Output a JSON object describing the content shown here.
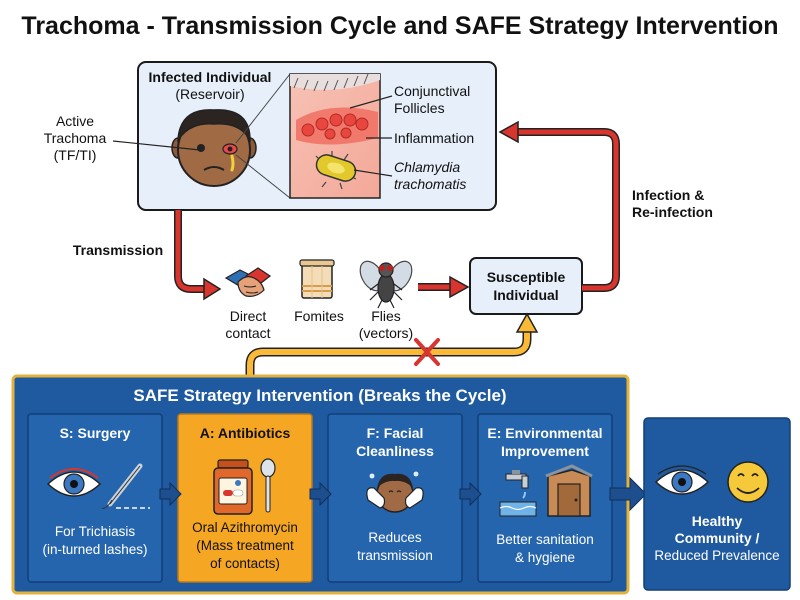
{
  "title": "Trachoma - Transmission Cycle and SAFE Strategy Intervention",
  "infected": {
    "title": "Infected Individual",
    "subtitle": "(Reservoir)",
    "active_label": [
      "Active",
      "Trachoma",
      "(TF/TI)"
    ],
    "follicles_label": [
      "Conjunctival",
      "Follicles"
    ],
    "inflammation_label": "Inflammation",
    "pathogen_label": [
      "Chlamydia",
      "trachomatis"
    ]
  },
  "transmission": {
    "label": "Transmission",
    "routes": [
      {
        "lines": [
          "Direct",
          "contact"
        ],
        "icon": "handshake-icon"
      },
      {
        "lines": [
          "Fomites"
        ],
        "icon": "towel-icon"
      },
      {
        "lines": [
          "Flies",
          "(vectors)"
        ],
        "icon": "fly-icon"
      }
    ]
  },
  "susceptible": {
    "lines": [
      "Susceptible",
      "Individual"
    ]
  },
  "reinfection": {
    "lines": [
      "Infection &",
      "Re-infection"
    ]
  },
  "safe": {
    "title": "SAFE Strategy Intervention (Breaks the Cycle)",
    "cards": [
      {
        "key": "surgery",
        "title": [
          "S: Surgery"
        ],
        "desc": [
          "For Trichiasis",
          "(in-turned lashes)"
        ],
        "icon": "eye-scalpel-icon"
      },
      {
        "key": "antibiotics",
        "title": [
          "A: Antibiotics"
        ],
        "desc": [
          "Oral Azithromycin",
          "(Mass treatment",
          "of contacts)"
        ],
        "icon": "pill-bottle-icon"
      },
      {
        "key": "face",
        "title": [
          "F: Facial",
          "Cleanliness"
        ],
        "desc": [
          "Reduces",
          "transmission"
        ],
        "icon": "face-washing-icon"
      },
      {
        "key": "environment",
        "title": [
          "E: Environmental",
          "Improvement"
        ],
        "desc": [
          "Better sanitation",
          "& hygiene"
        ],
        "icon": "tap-latrine-icon"
      }
    ]
  },
  "outcome": {
    "lines": [
      "Healthy",
      "Community /",
      "Reduced Prevalence"
    ]
  },
  "colors": {
    "navy": "#1f5aa0",
    "navy_dark": "#123f78",
    "light_blue": "#e7f0fa",
    "orange": "#f5a623",
    "orange_light": "#fbb938",
    "red_arrow": "#d8352f",
    "gold_border": "#e3b23c"
  }
}
